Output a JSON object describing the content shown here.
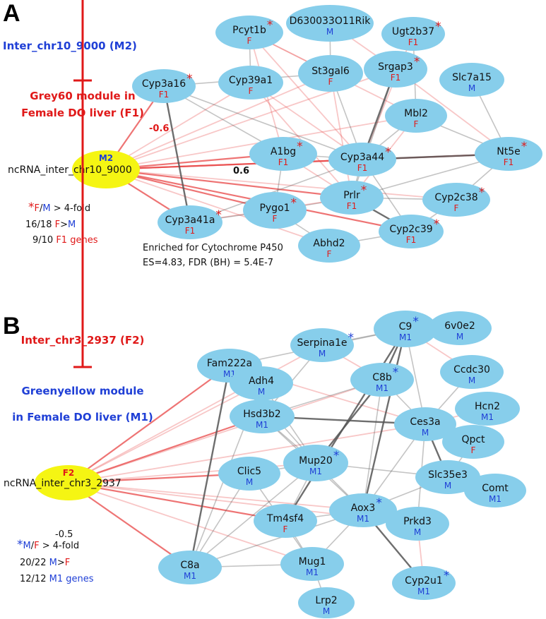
{
  "colors": {
    "node_fill": "#87ceeb",
    "hub_fill": "#f5f513",
    "female": "#e01919",
    "male": "#1f3fd6",
    "positive_edge": "#555555",
    "negative_edge": "#e84545"
  },
  "panelA": {
    "letter": "A",
    "ncrna_title": "Inter_chr10_9000 (M2)",
    "module_title_line1": "Grey60 module in",
    "module_title_line2": "Female DO liver (F1)",
    "hub": {
      "label": "ncRNA_inter_chr10_9000",
      "sub": "M2"
    },
    "edge_labels": {
      "negative": "-0.6",
      "positive": "0.6"
    },
    "legend": {
      "line1_star": "*",
      "line1_a": "F",
      "line1_sep": "/",
      "line1_b": "M",
      "line1_rest": " > 4-fold",
      "line2_count": "16/18 ",
      "line2_a": "F",
      "line2_gt": ">",
      "line2_b": "M",
      "line3_count": "9/10 ",
      "line3_rest": "F1 genes"
    },
    "enrichment_line1": "Enriched for Cytochrome P450",
    "enrichment_line2": "ES=4.83, FDR (BH) = 5.4E-7",
    "nodes": [
      {
        "label": "Pcyt1b",
        "sub": "F",
        "star": true
      },
      {
        "label": "D630033O11Rik",
        "sub": "M",
        "star": false
      },
      {
        "label": "Ugt2b37",
        "sub": "F1",
        "star": true
      },
      {
        "label": "Cyp3a16",
        "sub": "F1",
        "star": true
      },
      {
        "label": "Cyp39a1",
        "sub": "F",
        "star": false
      },
      {
        "label": "St3gal6",
        "sub": "F",
        "star": false
      },
      {
        "label": "Srgap3",
        "sub": "F1",
        "star": true
      },
      {
        "label": "Slc7a15",
        "sub": "M",
        "star": false
      },
      {
        "label": "Mbl2",
        "sub": "F",
        "star": false
      },
      {
        "label": "A1bg",
        "sub": "F1",
        "star": true
      },
      {
        "label": "Cyp3a44",
        "sub": "F1",
        "star": true
      },
      {
        "label": "Nt5e",
        "sub": "F1",
        "star": true
      },
      {
        "label": "Prlr",
        "sub": "F1",
        "star": true
      },
      {
        "label": "Cyp2c38",
        "sub": "F",
        "star": true
      },
      {
        "label": "Cyp3a41a",
        "sub": "F1",
        "star": true
      },
      {
        "label": "Pygo1",
        "sub": "F",
        "star": true
      },
      {
        "label": "Abhd2",
        "sub": "F",
        "star": false
      },
      {
        "label": "Cyp2c39",
        "sub": "F1",
        "star": true
      }
    ]
  },
  "panelB": {
    "letter": "B",
    "ncrna_title": "Inter_chr3_2937 (F2)",
    "module_title_line1": "Greenyellow module",
    "module_title_line2": "in Female DO liver (M1)",
    "hub": {
      "label": "ncRNA_inter_chr3_2937",
      "sub": "F2"
    },
    "edge_labels": {
      "negative": "-0.5"
    },
    "legend": {
      "line1_star": "*",
      "line1_a": "M",
      "line1_sep": "/",
      "line1_b": "F",
      "line1_rest": " > 4-fold",
      "line2_count": "20/22 ",
      "line2_a": "M",
      "line2_gt": ">",
      "line2_b": "F",
      "line3_count": "12/12 ",
      "line3_rest": "M1 genes"
    },
    "nodes": [
      {
        "label": "Serpina1e",
        "sub": "M",
        "star": true
      },
      {
        "label": "C9",
        "sub": "M1",
        "star": true
      },
      {
        "label": "6v0e2",
        "sub": "M",
        "star": false
      },
      {
        "label": "Fam222a",
        "sub": "M1",
        "star": false
      },
      {
        "label": "C8b",
        "sub": "M1",
        "star": true
      },
      {
        "label": "Ccdc30",
        "sub": "M",
        "star": false
      },
      {
        "label": "Adh4",
        "sub": "M",
        "star": false
      },
      {
        "label": "Hcn2",
        "sub": "M1",
        "star": false
      },
      {
        "label": "Hsd3b2",
        "sub": "M1",
        "star": false
      },
      {
        "label": "Ces3a",
        "sub": "M",
        "star": false
      },
      {
        "label": "Qpct",
        "sub": "F",
        "star": false
      },
      {
        "label": "Clic5",
        "sub": "M",
        "star": false
      },
      {
        "label": "Mup20",
        "sub": "M1",
        "star": true
      },
      {
        "label": "Slc35e3",
        "sub": "M",
        "star": false
      },
      {
        "label": "Comt",
        "sub": "M1",
        "star": false
      },
      {
        "label": "Tm4sf4",
        "sub": "F",
        "star": false
      },
      {
        "label": "Aox3",
        "sub": "M1",
        "star": true
      },
      {
        "label": "Prkd3",
        "sub": "M",
        "star": false
      },
      {
        "label": "C8a",
        "sub": "M1",
        "star": false
      },
      {
        "label": "Mug1",
        "sub": "M1",
        "star": false
      },
      {
        "label": "Cyp2u1",
        "sub": "M1",
        "star": true
      },
      {
        "label": "Lrp2",
        "sub": "M",
        "star": false
      }
    ]
  }
}
